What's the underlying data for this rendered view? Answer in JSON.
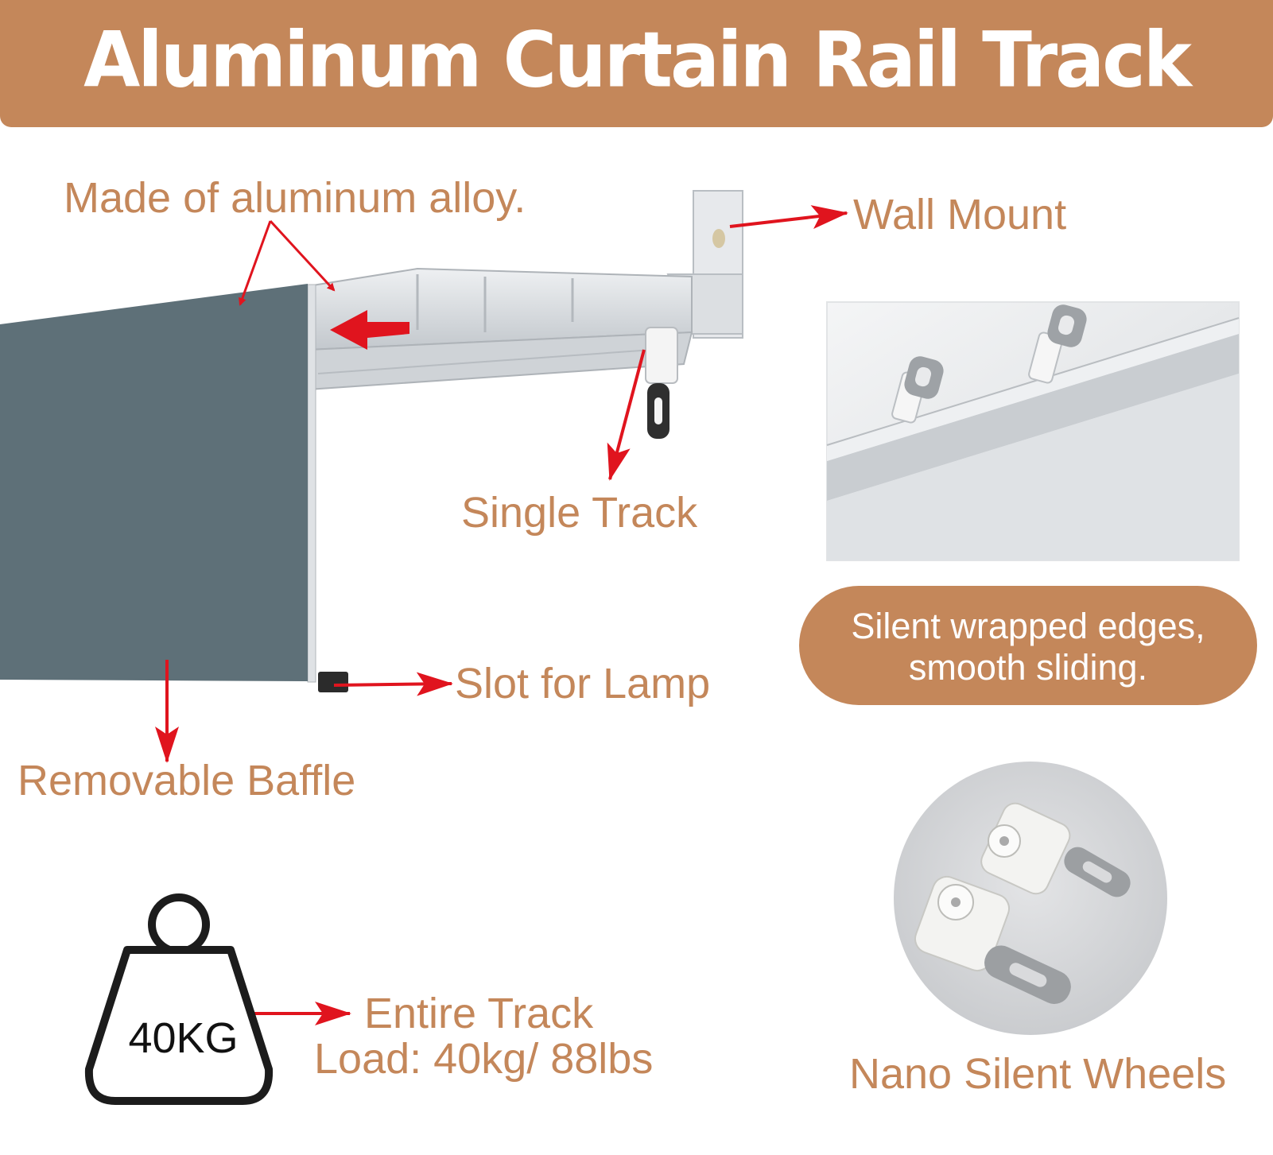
{
  "header": {
    "title": "Aluminum Curtain Rail Track"
  },
  "labels": {
    "material": "Made of aluminum alloy.",
    "wall_mount": "Wall Mount",
    "single_track": "Single Track",
    "slot_for_lamp": "Slot for Lamp",
    "removable_baffle": "Removable Baffle",
    "load_line1": "Entire Track",
    "load_line2": "Load: 40kg/ 88lbs",
    "nano_wheels": "Nano Silent Wheels"
  },
  "callout": {
    "line1": "Silent wrapped edges,",
    "line2": "smooth sliding."
  },
  "weight_icon": {
    "text": "40KG",
    "icon": "weight-icon"
  },
  "colors": {
    "accent": "#c4875a",
    "arrow": "#e0141e",
    "baffle": "#5e7078",
    "aluminum": "#d6d9dd"
  }
}
